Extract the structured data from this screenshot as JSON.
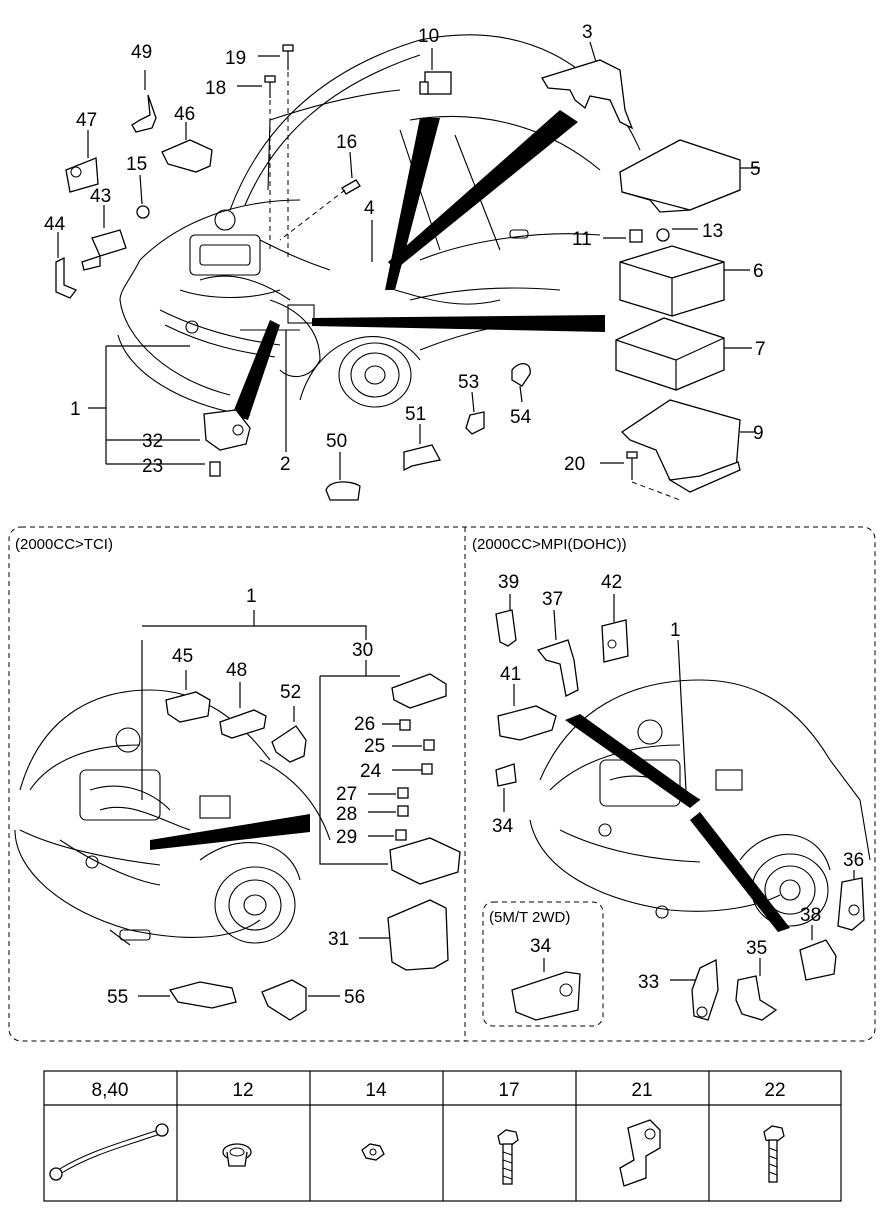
{
  "main_labels": {
    "p49": "49",
    "p19": "19",
    "p10": "10",
    "p3": "3",
    "p18": "18",
    "p47": "47",
    "p46": "46",
    "p16": "16",
    "p15": "15",
    "p5": "5",
    "p43": "43",
    "p4": "4",
    "p44": "44",
    "p11": "11",
    "p13": "13",
    "p6": "6",
    "p7": "7",
    "p53": "53",
    "p54": "54",
    "p1": "1",
    "p51": "51",
    "p32": "32",
    "p50": "50",
    "p9": "9",
    "p2": "2",
    "p20": "20",
    "p23": "23"
  },
  "tci": {
    "caption": "(2000CC>TCI)",
    "labels": {
      "p1": "1",
      "p30": "30",
      "p45": "45",
      "p48": "48",
      "p52": "52",
      "p26": "26",
      "p25": "25",
      "p24": "24",
      "p27": "27",
      "p28": "28",
      "p29": "29",
      "p31": "31",
      "p55": "55",
      "p56": "56"
    }
  },
  "mpi": {
    "caption": "(2000CC>MPI(DOHC))",
    "labels": {
      "p39": "39",
      "p37": "37",
      "p42": "42",
      "p1": "1",
      "p41": "41",
      "p34": "34",
      "p36": "36",
      "p38": "38",
      "p35": "35",
      "p33": "33"
    },
    "inset": {
      "caption": "(5M/T 2WD)",
      "label": "34"
    }
  },
  "table": {
    "headers": [
      "8,40",
      "12",
      "14",
      "17",
      "21",
      "22"
    ],
    "icons": [
      "cable-icon",
      "grommet-icon",
      "nut-icon",
      "bolt-icon",
      "clip-icon",
      "screw-icon"
    ]
  }
}
